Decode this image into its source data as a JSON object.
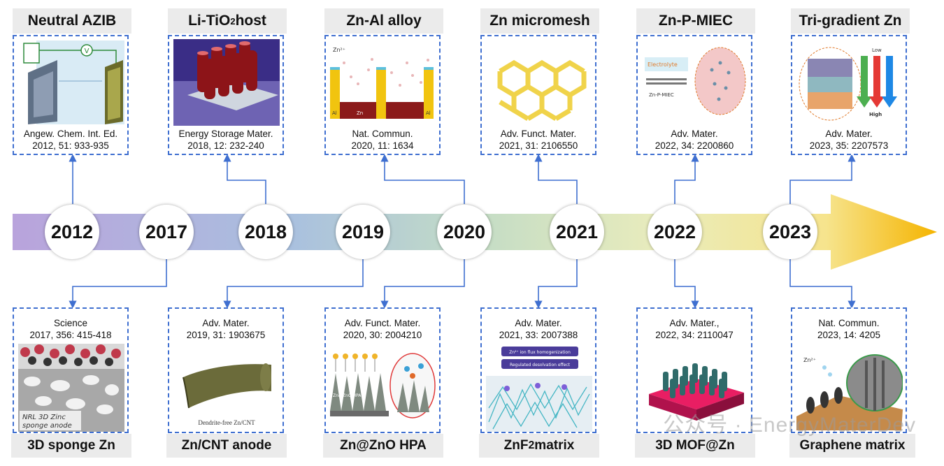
{
  "top": [
    {
      "title": "Neutral AZIB",
      "cite1": "Angew. Chem. Int. Ed.",
      "cite2": "2012, 51: 933-935"
    },
    {
      "title": "Li-TiO",
      "title_sub": "2",
      "title_after": " host",
      "cite1": "Energy Storage Mater.",
      "cite2": "2018, 12: 232-240"
    },
    {
      "title": "Zn-Al alloy",
      "cite1": "Nat. Commun.",
      "cite2": "2020, 11: 1634"
    },
    {
      "title": "Zn micromesh",
      "cite1": "Adv. Funct. Mater.",
      "cite2": "2021, 31: 2106550"
    },
    {
      "title": "Zn-P-MIEC",
      "cite1": "Adv. Mater.",
      "cite2": "2022, 34: 2200860"
    },
    {
      "title": "Tri-gradient Zn",
      "cite1": "Adv. Mater.",
      "cite2": "2023, 35: 2207573"
    }
  ],
  "bottom": [
    {
      "title": "3D sponge Zn",
      "cite1": "Science",
      "cite2": "2017, 356: 415-418"
    },
    {
      "title": "Zn/CNT anode",
      "cite1": "Adv. Mater.",
      "cite2": "2019, 31: 1903675"
    },
    {
      "title": "Zn@ZnO HPA",
      "cite1": "Adv. Funct. Mater.",
      "cite2": "2020, 30: 2004210"
    },
    {
      "title": "ZnF",
      "title_sub": "2",
      "title_after": " matrix",
      "cite1": "Adv. Mater.",
      "cite2": "2021, 33: 2007388"
    },
    {
      "title": "3D MOF@Zn",
      "cite1": "Adv. Mater.,",
      "cite2": "2022, 34: 2110047"
    },
    {
      "title": "Graphene matrix",
      "cite1": "Nat. Commun.",
      "cite2": "2023, 14: 4205"
    }
  ],
  "years": [
    "2012",
    "2017",
    "2018",
    "2019",
    "2020",
    "2021",
    "2022",
    "2023"
  ],
  "fig_labels": {
    "zn2plus": "Zn²⁺",
    "electrolyte": "Electrolyte",
    "znpmiec": "Zn-P-MIEC",
    "low": "Low",
    "high": "High",
    "nrl": "NRL 3D Zinc",
    "sponge": "sponge anode",
    "dendrite": "Dendrite-free Zn/CNT",
    "znf_a": "Zn²⁺ ion flux homogenization",
    "znf_b": "Regulated desolvation effect",
    "al": "Al",
    "zn": "Zn",
    "zn_zno": "Zn@ZnO HPA",
    "v": "V"
  },
  "watermark": "公众号 · EnergyMaterDev",
  "colors": {
    "border": "#3f6fd0",
    "connector": "#3f6fd0",
    "title_bg": "#ebebeb",
    "arrow_start": "#b79fd9",
    "arrow_end": "#f4b400"
  }
}
